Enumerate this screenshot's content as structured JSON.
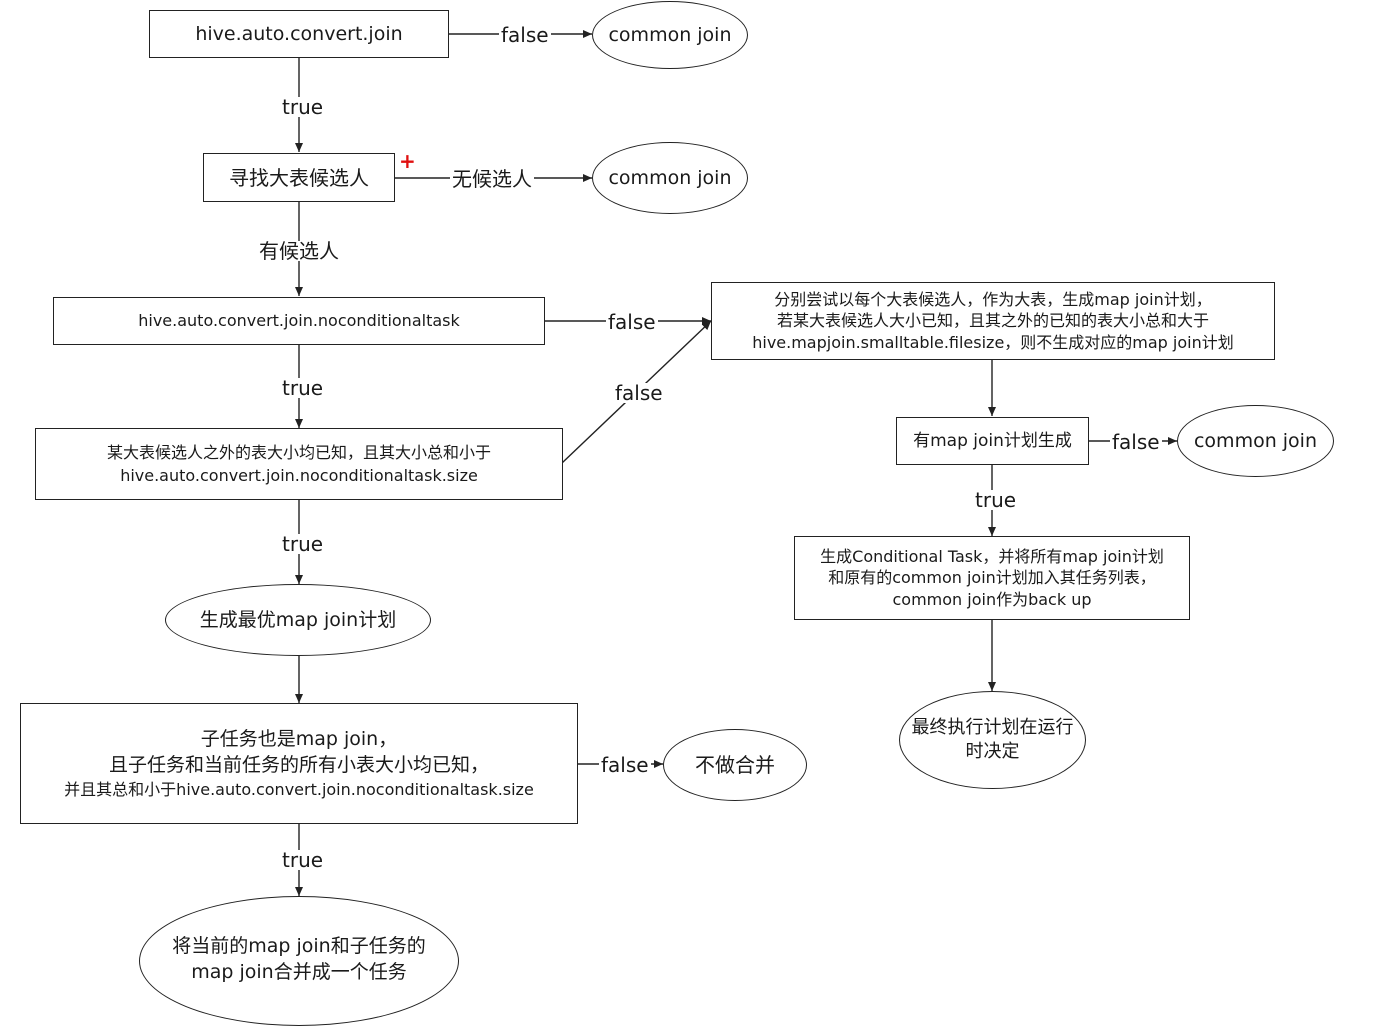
{
  "nodes": {
    "auto_convert": "hive.auto.convert.join",
    "common_join_1": "common join",
    "find_big": "寻找大表候选人",
    "common_join_2": "common join",
    "noconditional": "hive.auto.convert.join.noconditionaltask",
    "size_check": [
      "某大表候选人之外的表大小均已知，且其大小总和小于",
      "hive.auto.convert.join.noconditionaltask.size"
    ],
    "best_plan": "生成最优map join计划",
    "subtask": [
      "子任务也是map join，",
      "且子任务和当前任务的所有小表大小均已知，",
      "并且其总和小于hive.auto.convert.join.noconditionaltask.size"
    ],
    "no_merge": "不做合并",
    "merge": [
      "将当前的map join和子任务的",
      "map join合并成一个任务"
    ],
    "try_each": [
      "分别尝试以每个大表候选人，作为大表，生成map join计划，",
      "若某大表候选人大小已知，且其之外的已知的表大小总和大于",
      "hive.mapjoin.smalltable.filesize，则不生成对应的map join计划"
    ],
    "has_plan": "有map join计划生成",
    "common_join_3": "common join",
    "conditional_task": [
      "生成Conditional Task，并将所有map join计划",
      "和原有的common join计划加入其任务列表，",
      "common join作为back up"
    ],
    "runtime": [
      "最终执行计划在运行",
      "时决定"
    ]
  },
  "edges": {
    "e1": "false",
    "e2": "true",
    "e3": "无候选人",
    "e4": "有候选人",
    "e5": "false",
    "e6": "true",
    "e7": "false",
    "e8": "true",
    "e9": "false",
    "e10": "true",
    "e11": "false",
    "e12": "true"
  },
  "marker": "+"
}
